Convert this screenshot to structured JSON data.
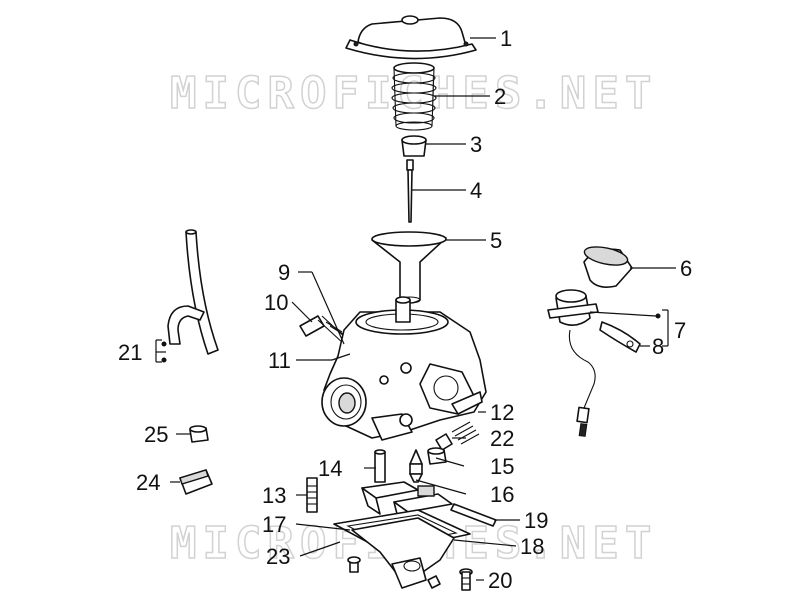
{
  "watermark": "MICROFICHES.NET",
  "callouts": [
    {
      "id": "1",
      "label": "1"
    },
    {
      "id": "2",
      "label": "2"
    },
    {
      "id": "3",
      "label": "3"
    },
    {
      "id": "4",
      "label": "4"
    },
    {
      "id": "5",
      "label": "5"
    },
    {
      "id": "6",
      "label": "6"
    },
    {
      "id": "7",
      "label": "7"
    },
    {
      "id": "8",
      "label": "8"
    },
    {
      "id": "9",
      "label": "9"
    },
    {
      "id": "10",
      "label": "10"
    },
    {
      "id": "11",
      "label": "11"
    },
    {
      "id": "12",
      "label": "12"
    },
    {
      "id": "13",
      "label": "13"
    },
    {
      "id": "14",
      "label": "14"
    },
    {
      "id": "15",
      "label": "15"
    },
    {
      "id": "16",
      "label": "16"
    },
    {
      "id": "17",
      "label": "17"
    },
    {
      "id": "18",
      "label": "18"
    },
    {
      "id": "19",
      "label": "19"
    },
    {
      "id": "20",
      "label": "20"
    },
    {
      "id": "21",
      "label": "21"
    },
    {
      "id": "22",
      "label": "22"
    },
    {
      "id": "23",
      "label": "23"
    },
    {
      "id": "24",
      "label": "24"
    },
    {
      "id": "25",
      "label": "25"
    }
  ]
}
